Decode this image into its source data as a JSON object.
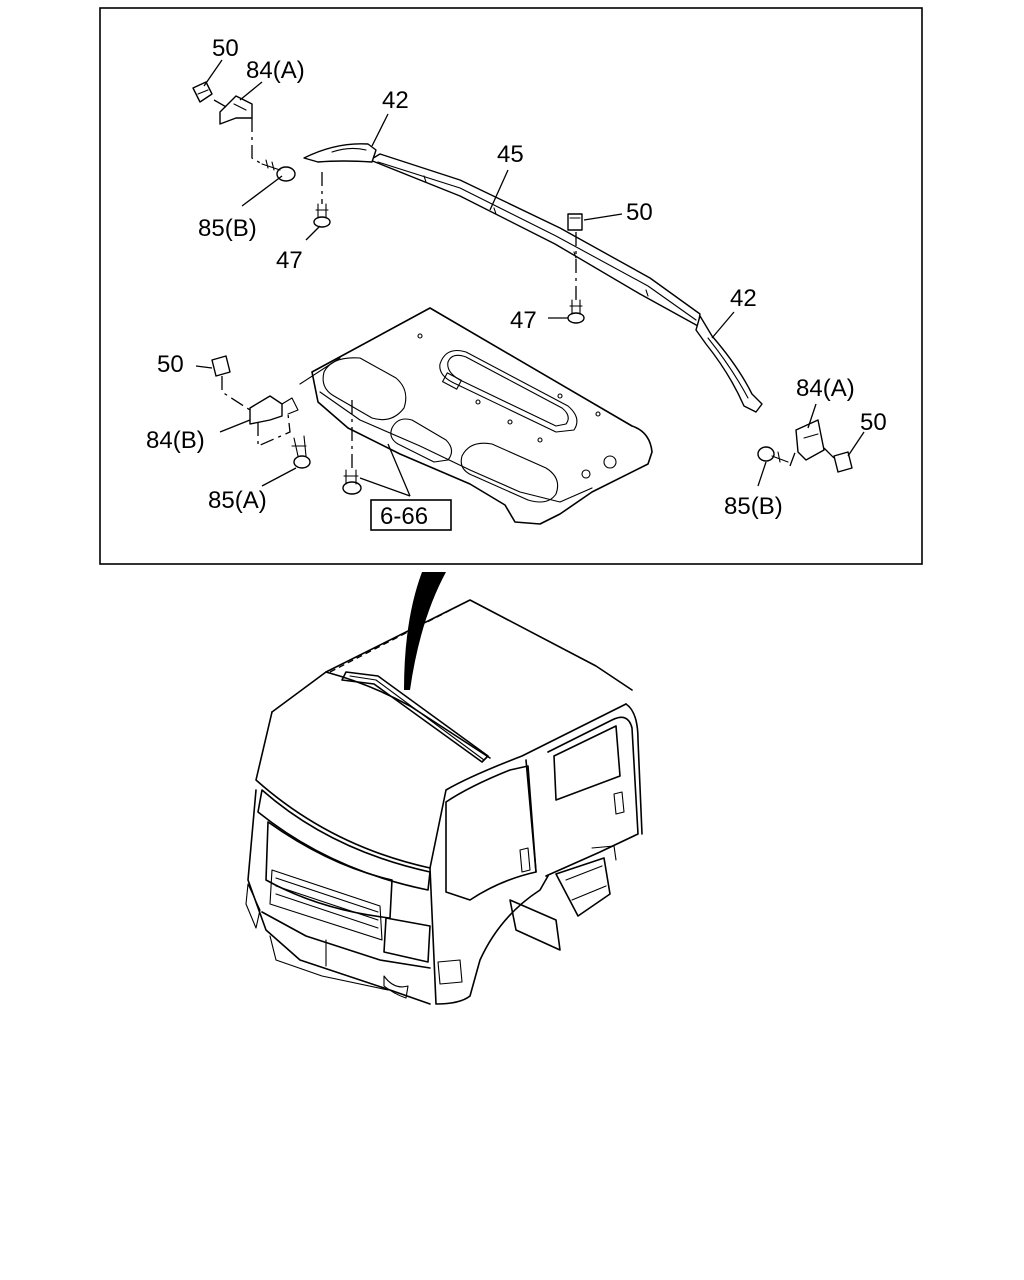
{
  "callouts": {
    "c50_tl": "50",
    "c84a_tl": "84(A)",
    "c42_top": "42",
    "c45": "45",
    "c50_mid": "50",
    "c85b_tl": "85(B)",
    "c47_left": "47",
    "c47_mid": "47",
    "c42_right": "42",
    "c50_left": "50",
    "c84a_right": "84(A)",
    "c50_right": "50",
    "c84b": "84(B)",
    "c85a": "85(A)",
    "c85b_right": "85(B)",
    "ref_6_66": "6-66"
  }
}
